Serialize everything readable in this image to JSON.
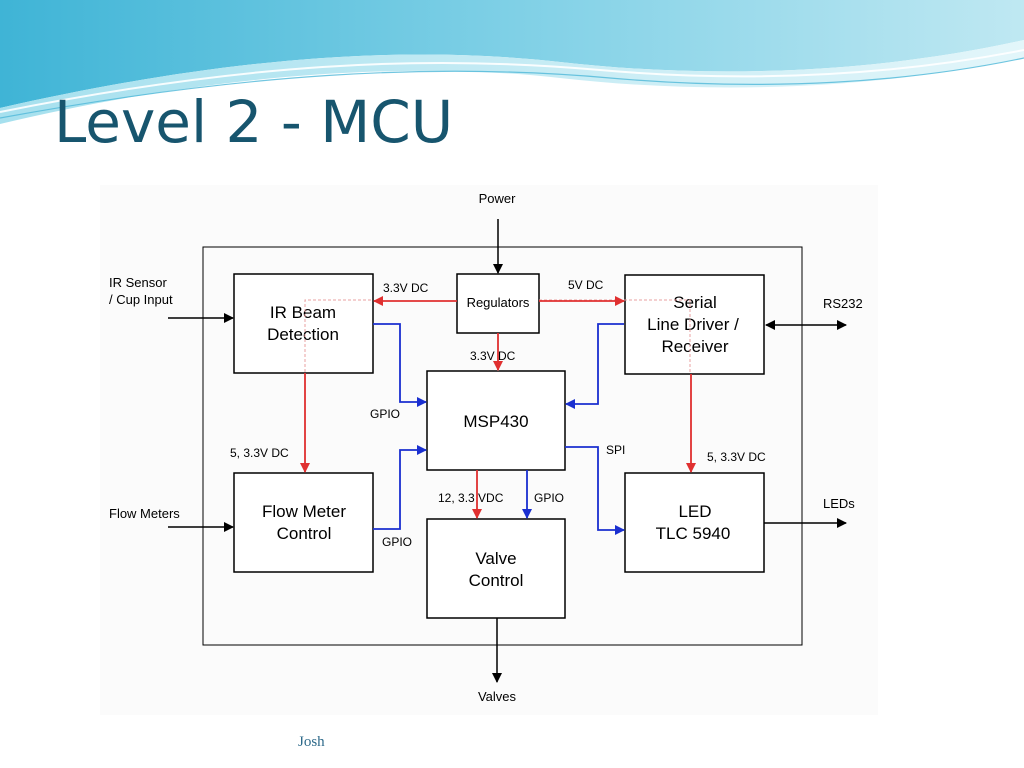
{
  "slide": {
    "title": "Level 2 - MCU",
    "author": "Josh"
  },
  "colors": {
    "title": "#17556e",
    "power_arrow": "#e03030",
    "signal_arrow": "#1a2fd0",
    "io_arrow": "#000000"
  },
  "diagram": {
    "blocks": {
      "ir_beam": [
        "IR Beam",
        "Detection"
      ],
      "regulators": [
        "Regulators"
      ],
      "serial": [
        "Serial",
        "Line Driver /",
        "Receiver"
      ],
      "mcu": [
        "MSP430"
      ],
      "flow_meter": [
        "Flow Meter",
        "Control"
      ],
      "valve": [
        "Valve",
        "Control"
      ],
      "led": [
        "LED",
        "TLC 5940"
      ]
    },
    "external": {
      "power": "Power",
      "ir_sensor": [
        "IR Sensor",
        "/ Cup Input"
      ],
      "flow_meters": "Flow Meters",
      "rs232": "RS232",
      "leds": "LEDs",
      "valves": "Valves"
    },
    "connection_labels": {
      "reg_to_ir": "3.3V DC",
      "reg_to_serial": "5V DC",
      "reg_to_mcu": "3.3V DC",
      "ir_to_flow": "5, 3.3V DC",
      "serial_to_led": "5, 3.3V DC",
      "ir_gpio": "GPIO",
      "flow_gpio": "GPIO",
      "mcu_spi": "SPI",
      "mcu_valve_power": "12, 3.3 VDC",
      "mcu_valve_gpio": "GPIO"
    }
  }
}
